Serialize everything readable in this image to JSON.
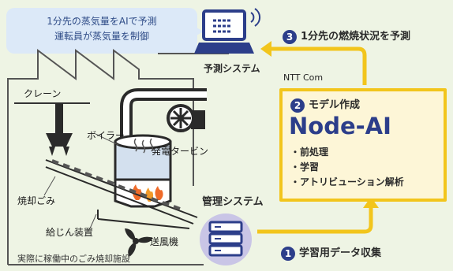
{
  "bubble": {
    "line1": "1分先の蒸気量をAIで予測",
    "line2": "運転員が蒸気量を制御"
  },
  "laptop_label": "予測システム",
  "step3": {
    "number": "3",
    "label": "1分先の燃焼状況を予測"
  },
  "ntt_label": "NTT Com",
  "model_box": {
    "step_number": "2",
    "step_label": "モデル作成",
    "title": "Node-AI",
    "items": [
      "・前処理",
      "・学習",
      "・アトリビューション解析"
    ]
  },
  "plant": {
    "crane": "クレーン",
    "boiler": "ボイラー",
    "turbine": "発電タービン",
    "waste": "焼却ごみ",
    "feeder": "給じん装置",
    "blower": "送風機",
    "facility": "実際に稼働中のごみ焼却施設"
  },
  "server_label": "管理システム",
  "step1": {
    "number": "1",
    "label": "学習用データ収集"
  },
  "colors": {
    "accent_yellow": "#f2c51c",
    "navy": "#2c3e8a",
    "bubble_blue": "#dce9f8",
    "server_purple": "#c9c5e6"
  }
}
